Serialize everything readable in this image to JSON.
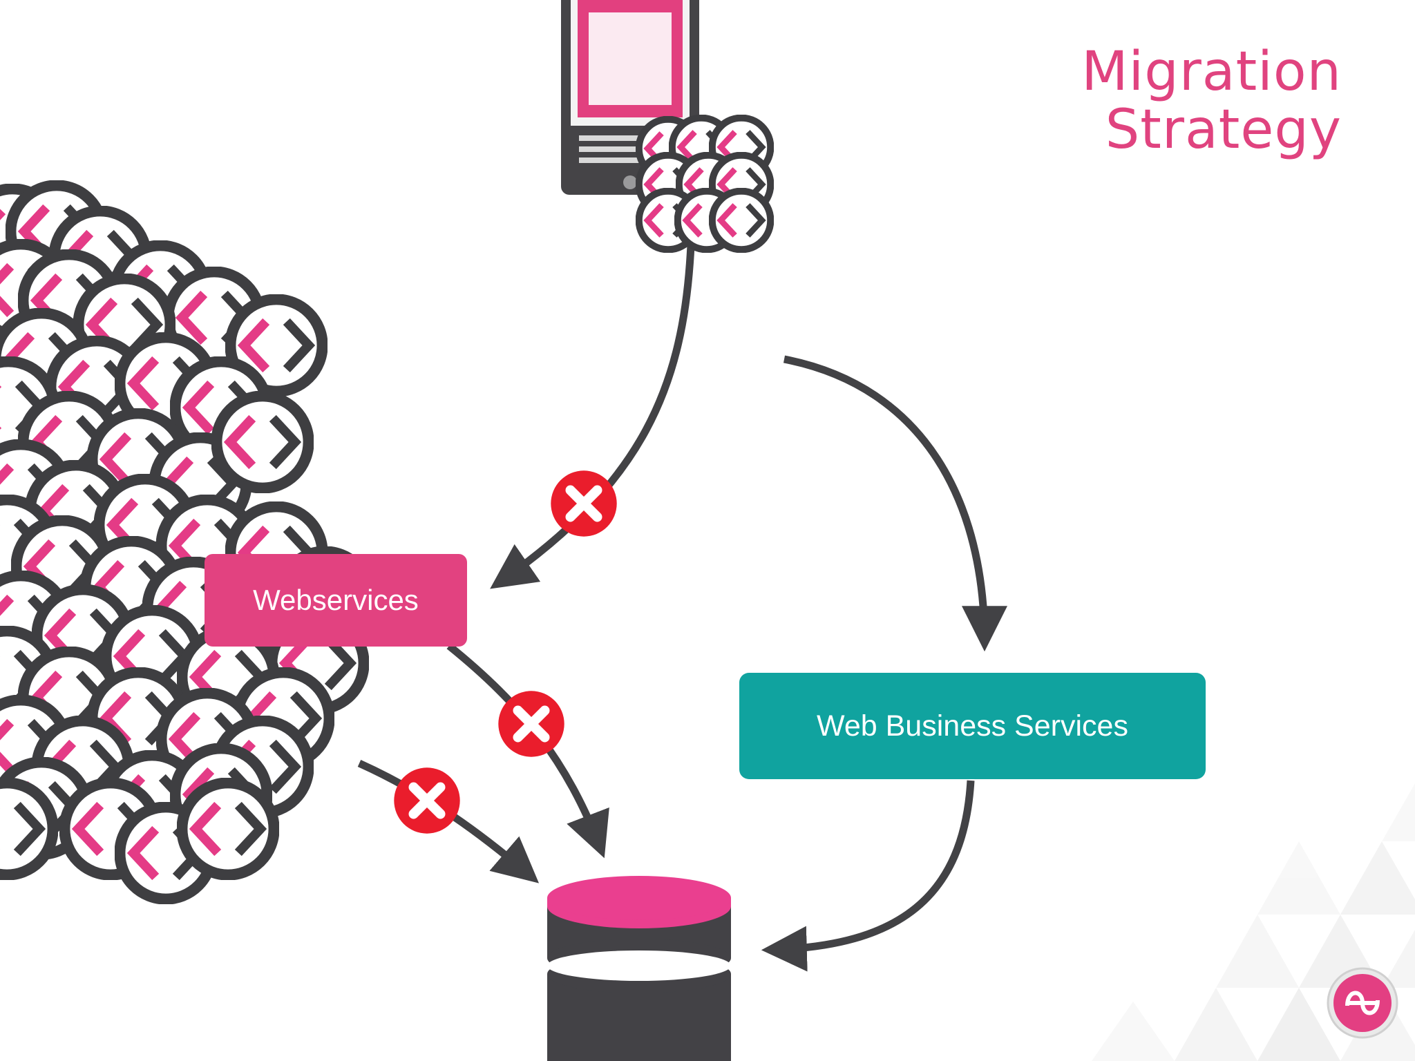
{
  "slide": {
    "title_line1": "Migration",
    "title_line2": "Strategy"
  },
  "nodes": {
    "webservices": {
      "label": "Webservices"
    },
    "web_business_services": {
      "label": "Web Business Services"
    }
  },
  "colors": {
    "title": "#e0437f",
    "webservices_box": "#e24280",
    "web_business_services_box": "#10a39f",
    "arrow": "#424245",
    "blocked_marker": "#ea1d2c",
    "database_top": "#ea3f8f",
    "database_body": "#434246",
    "code_icon_accent": "#e43b86",
    "code_icon_stroke": "#3e3e41"
  },
  "icons": {
    "phone": "mobile-phone-icon",
    "code": "code-brackets-icon",
    "database": "database-icon",
    "blocked": "blocked-x-icon",
    "logo": "company-logo-icon"
  }
}
